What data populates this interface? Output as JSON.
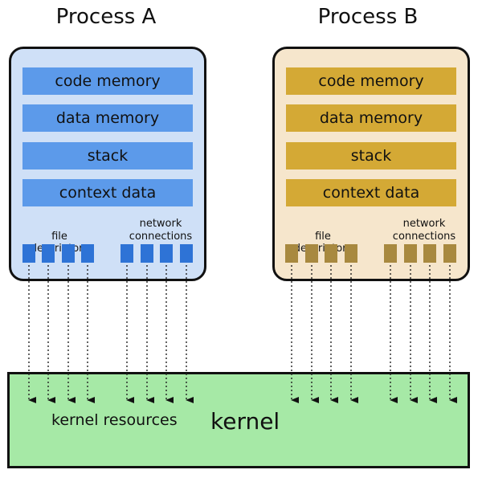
{
  "process_a": {
    "title": "Process A",
    "bg": "#cfe0f7",
    "bar_color": "#5c9aea",
    "square_color": "#2e73d6",
    "segments": [
      "code memory",
      "data memory",
      "stack",
      "context data"
    ],
    "fd_label": "file descriptors",
    "net_label_1": "network",
    "net_label_2": "connections"
  },
  "process_b": {
    "title": "Process B",
    "bg": "#f6e6cc",
    "bar_color": "#d4a935",
    "square_color": "#a8893f",
    "segments": [
      "code memory",
      "data memory",
      "stack",
      "context data"
    ],
    "fd_label": "file descriptors",
    "net_label_1": "network",
    "net_label_2": "connections"
  },
  "kernel": {
    "label": "kernel",
    "resources_label": "kernel resources",
    "bg": "#a6e9a6"
  }
}
